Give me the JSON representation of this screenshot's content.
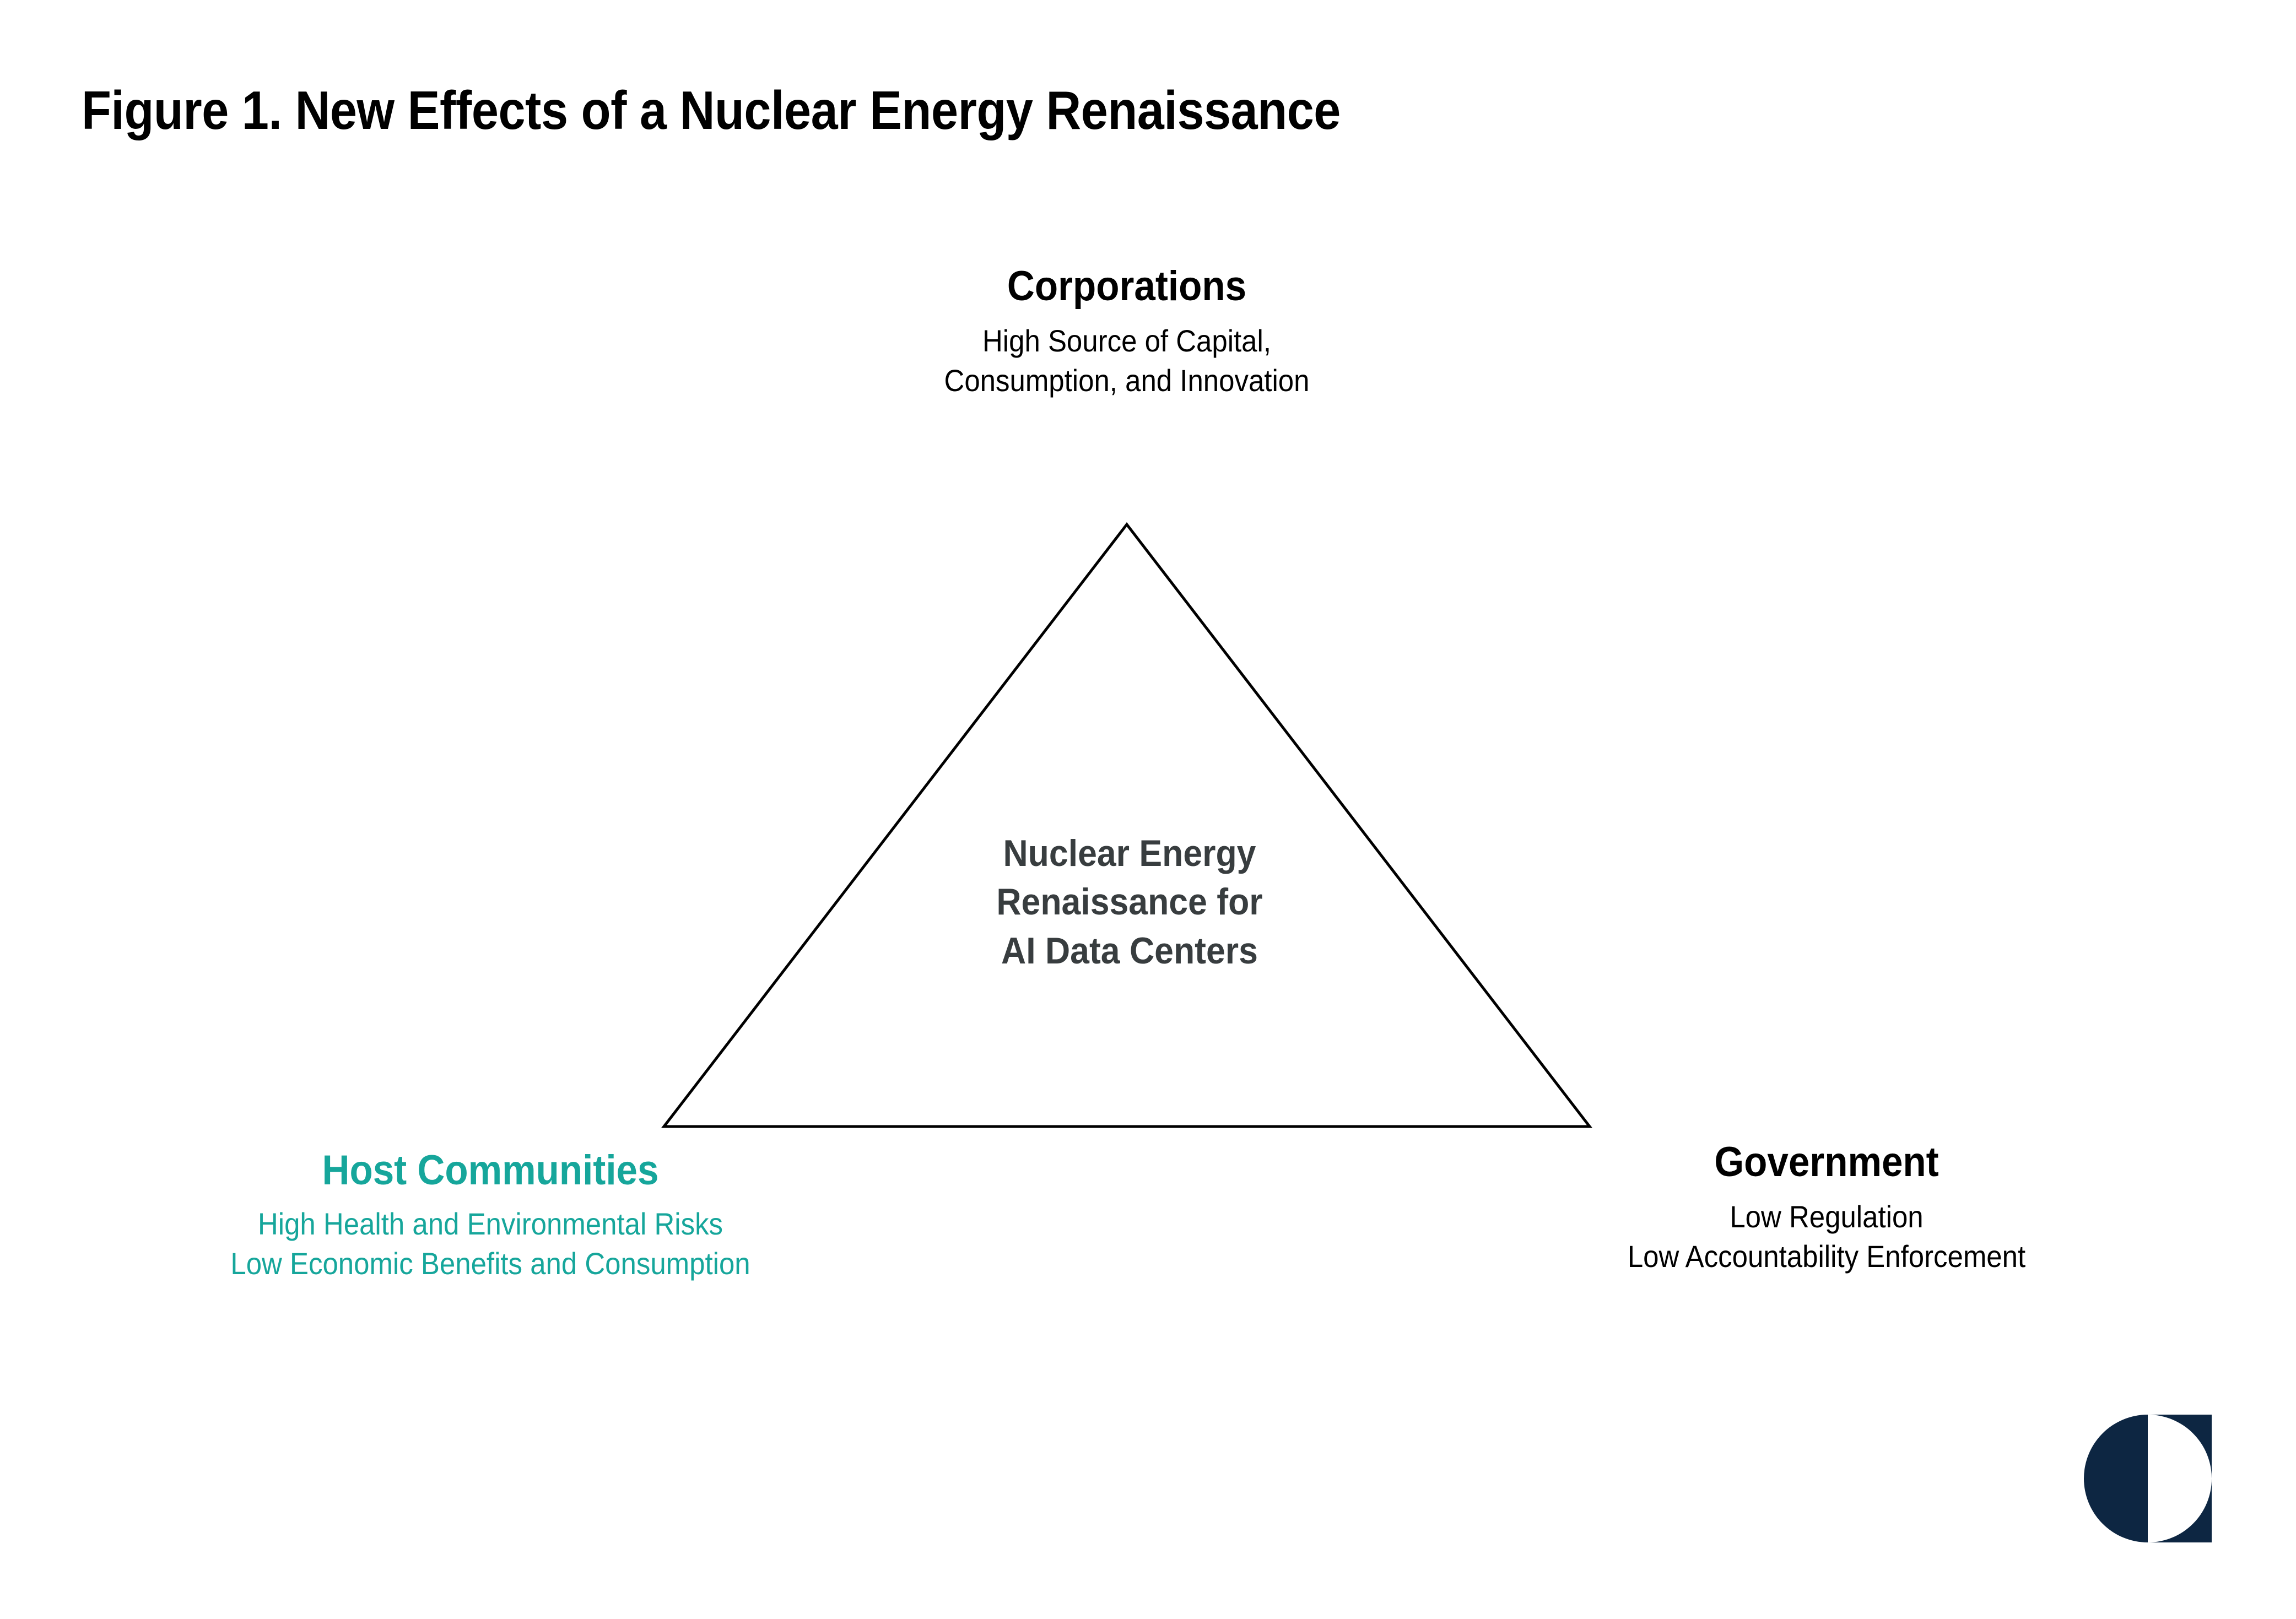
{
  "figure": {
    "title": "Figure 1. New Effects of a Nuclear Energy Renaissance",
    "background_color": "#ffffff"
  },
  "colors": {
    "text_black": "#000000",
    "teal_accent": "#16A69B",
    "center_text_gray": "#383D3F",
    "triangle_stroke": "#000000",
    "logo_navy": "#0D2642"
  },
  "diagram": {
    "type": "triangle",
    "shape_name": "iron-triangle",
    "center": {
      "lines": [
        "Nuclear Energy",
        "Renaissance for",
        "AI Data Centers"
      ]
    },
    "nodes": [
      {
        "id": "corporations",
        "position": "top-apex",
        "heading": "Corporations",
        "color": "#000000",
        "sub_lines": [
          "High Source of Capital,",
          "Consumption, and Innovation"
        ]
      },
      {
        "id": "host-communities",
        "position": "bottom-left",
        "heading": "Host Communities",
        "color": "#16A69B",
        "sub_lines": [
          "High Health and Environmental Risks",
          "Low Economic Benefits and Consumption"
        ]
      },
      {
        "id": "government",
        "position": "bottom-right",
        "heading": "Government",
        "color": "#000000",
        "sub_lines": [
          "Low Regulation",
          "Low Accountability Enforcement"
        ]
      }
    ]
  },
  "branding": {
    "logo_name": "carnegie-endowment-logo",
    "logo_color": "#0D2642"
  }
}
